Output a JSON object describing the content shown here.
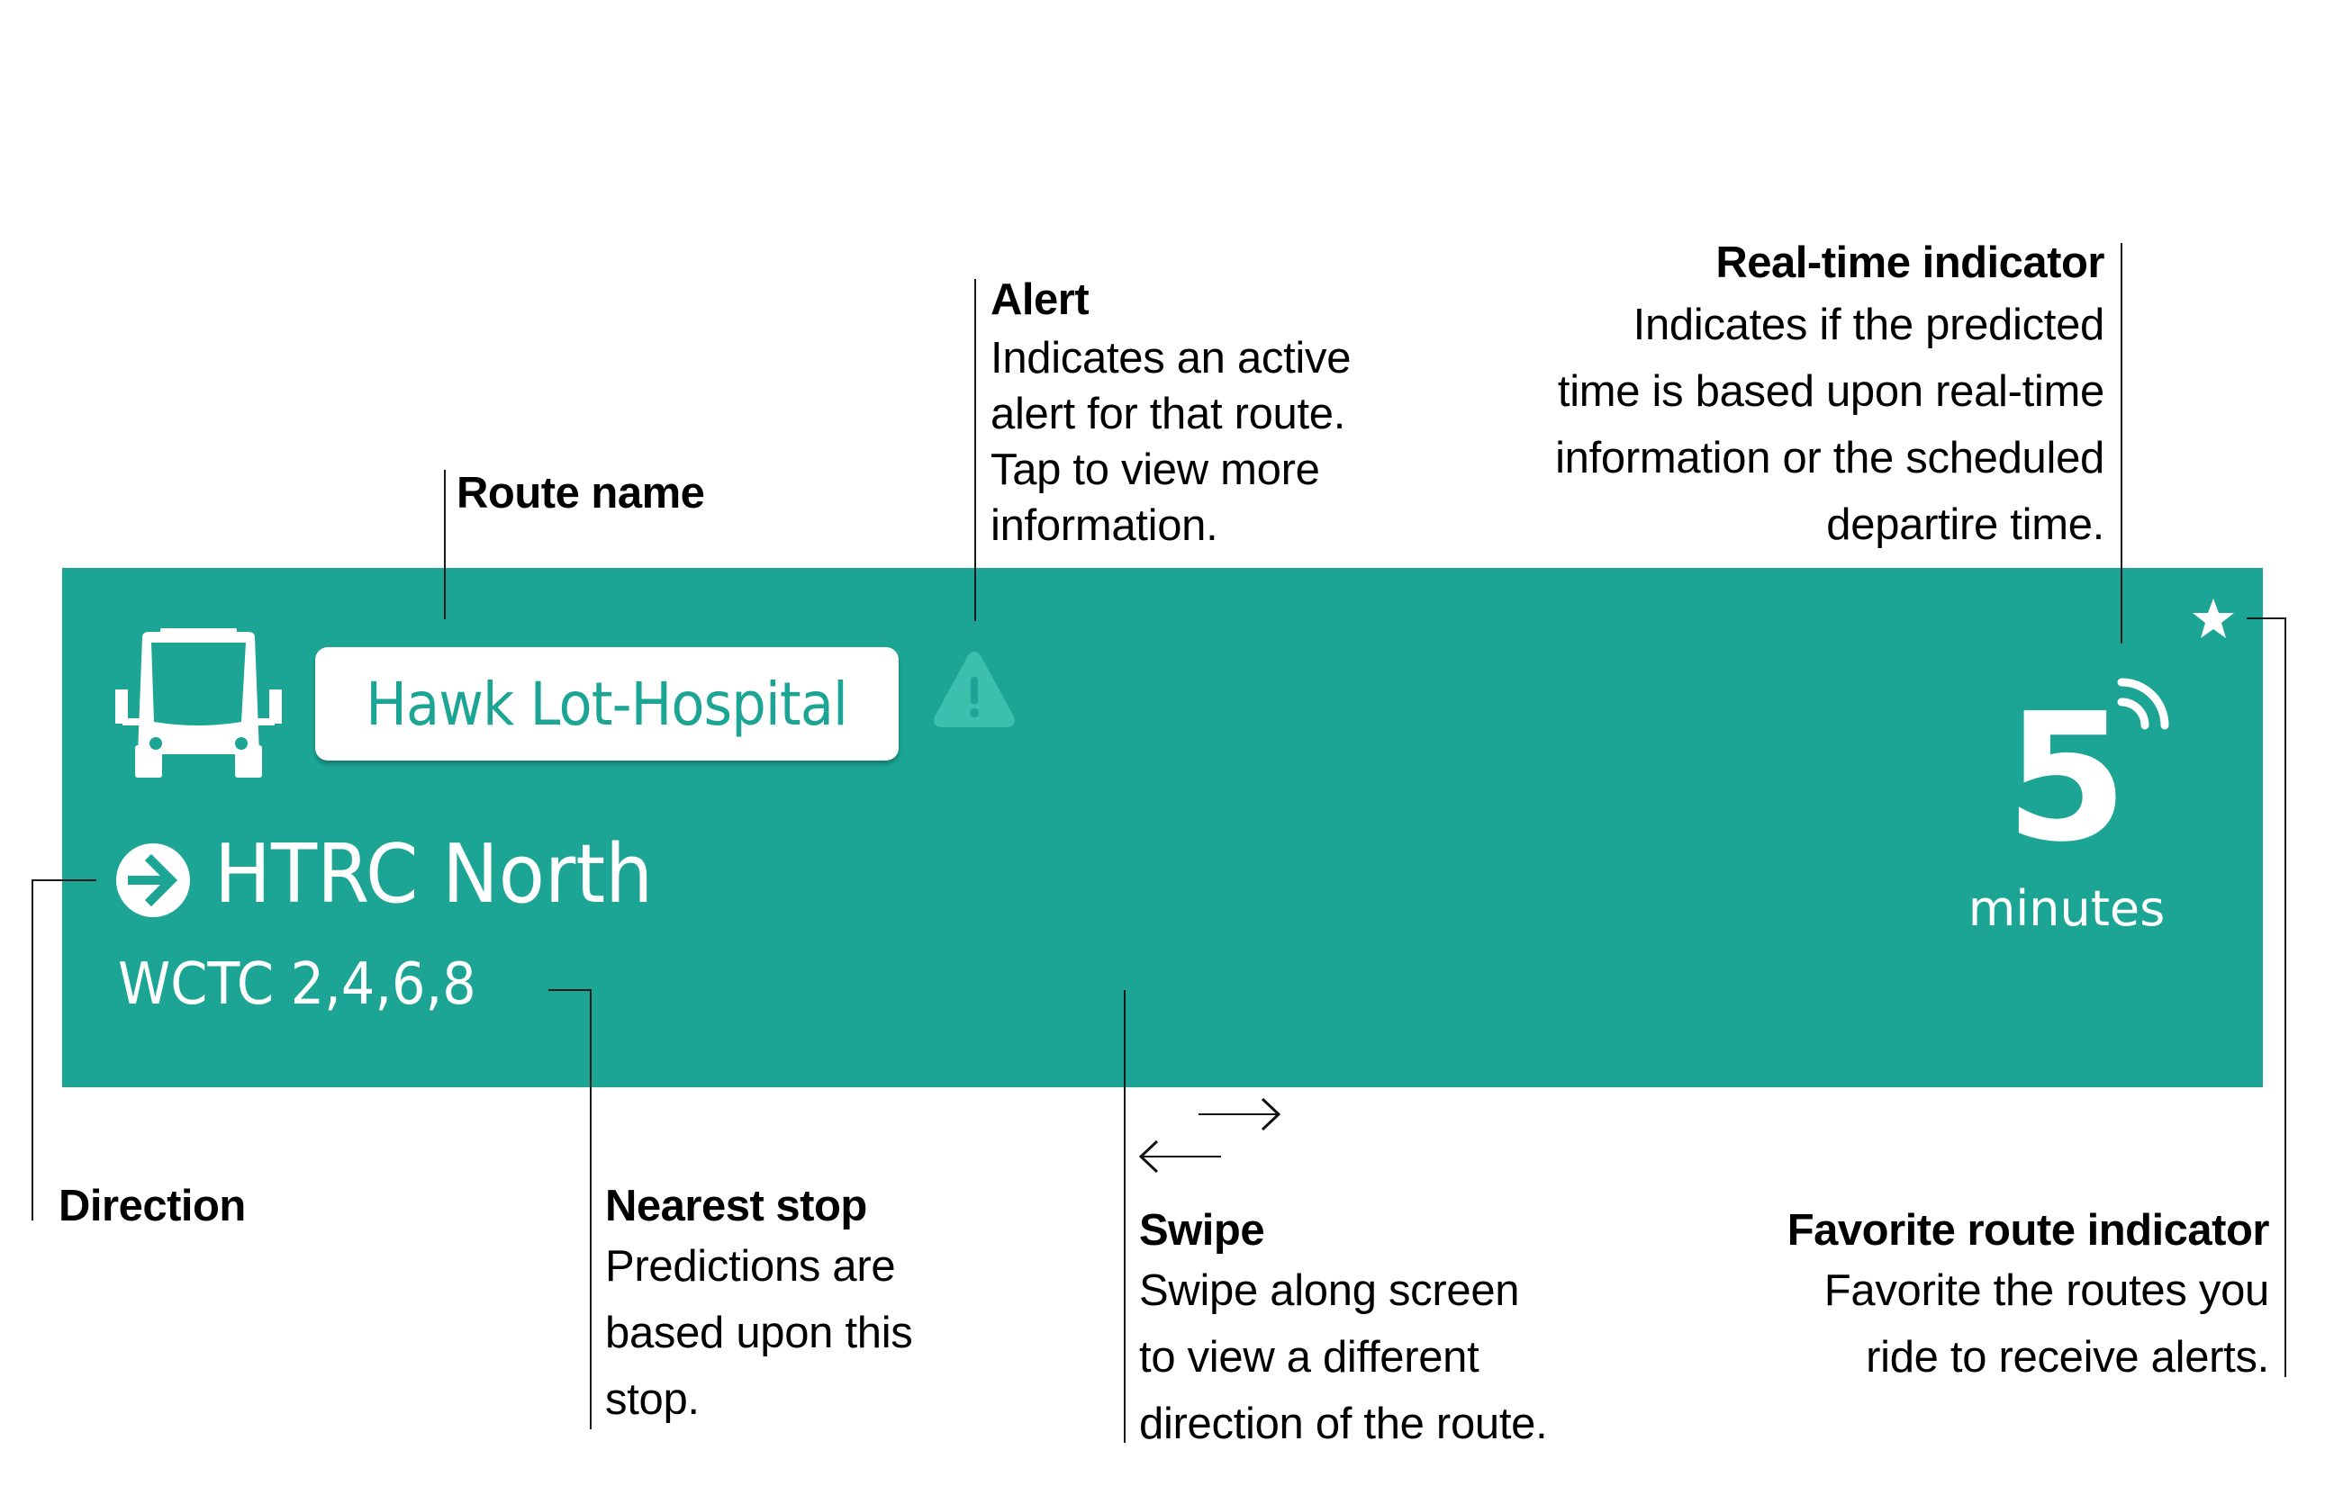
{
  "card": {
    "background_color": "#1ca594",
    "route_name": "Hawk Lot-Hospital",
    "direction": "HTRC North",
    "nearest_stop": "WCTC 2,4,6,8",
    "prediction_value": "5",
    "prediction_unit": "minutes",
    "icons": {
      "vehicle": "bus-icon",
      "alert": "warning-triangle-icon",
      "direction": "arrow-right-circle-icon",
      "realtime": "signal-waves-icon",
      "favorite": "star-icon"
    },
    "alert_icon_color": "#3dbfae"
  },
  "annotations": {
    "route_name": {
      "title": "Route name"
    },
    "alert": {
      "title": "Alert",
      "lines": [
        "Indicates an active",
        "alert for that route.",
        "Tap to view more",
        "information."
      ]
    },
    "realtime": {
      "title": "Real-time indicator",
      "lines": [
        "Indicates if the predicted",
        "time is based upon real-time",
        "information or the scheduled",
        "departire time."
      ]
    },
    "direction": {
      "title": "Direction"
    },
    "nearest_stop": {
      "title": "Nearest stop",
      "lines": [
        "Predictions are",
        "based upon this",
        "stop."
      ]
    },
    "swipe": {
      "title": "Swipe",
      "lines": [
        "Swipe along screen",
        "to view a different",
        "direction of the route."
      ]
    },
    "favorite": {
      "title": "Favorite route indicator",
      "lines": [
        "Favorite the routes you",
        "ride to receive alerts."
      ]
    }
  }
}
